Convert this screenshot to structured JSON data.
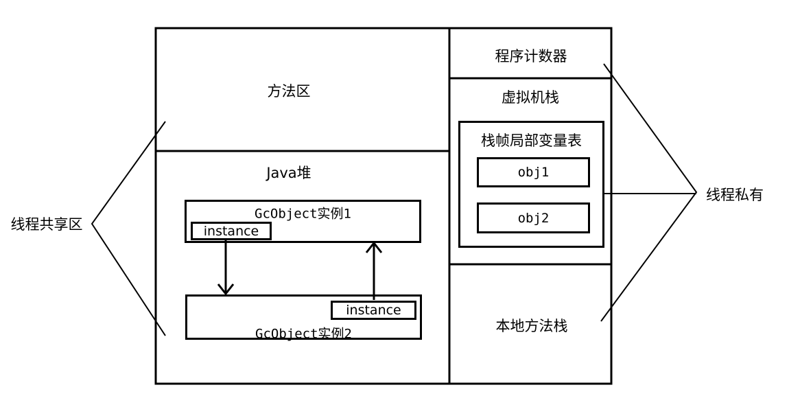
{
  "shared_region": {
    "label": "线程共享区"
  },
  "private_region": {
    "label": "线程私有"
  },
  "method_area": {
    "label": "方法区"
  },
  "heap": {
    "label": "Java堆",
    "objects": [
      {
        "title": "GcObject实例1",
        "field": "instance"
      },
      {
        "title": "GcObject实例2",
        "field": "instance"
      }
    ]
  },
  "program_counter": {
    "label": "程序计数器"
  },
  "vm_stack": {
    "label": "虚拟机栈",
    "frame": {
      "label": "栈帧局部变量表",
      "vars": [
        "obj1",
        "obj2"
      ]
    }
  },
  "native_stack": {
    "label": "本地方法栈"
  }
}
